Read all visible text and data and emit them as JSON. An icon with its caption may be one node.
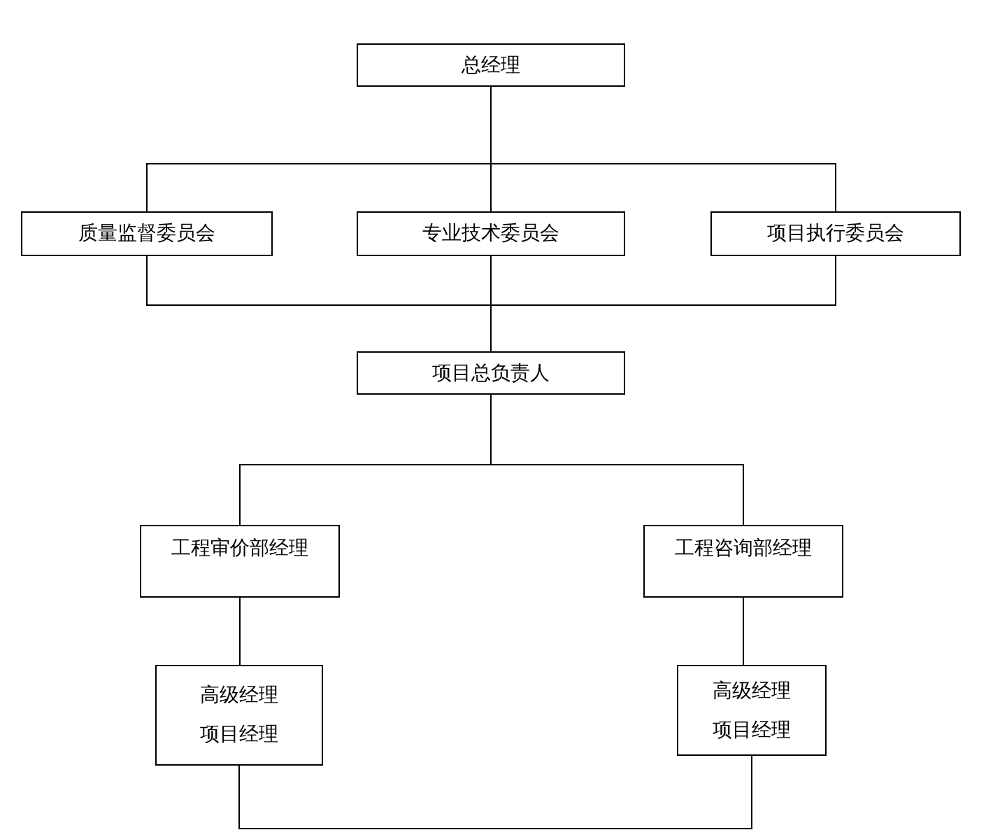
{
  "diagram": {
    "nodes": [
      {
        "text": [
          "总经理"
        ]
      },
      {
        "text": [
          "质量监督委员会"
        ]
      },
      {
        "text": [
          "专业技术委员会"
        ]
      },
      {
        "text": [
          "项目执行委员会"
        ]
      },
      {
        "text": [
          "项目总负责人"
        ]
      },
      {
        "text": [
          "工程审价部经理"
        ]
      },
      {
        "text": [
          "工程咨询部经理"
        ]
      },
      {
        "text": [
          "高级经理",
          "项目经理"
        ]
      },
      {
        "text": [
          "高级经理",
          "项目经理"
        ]
      }
    ],
    "edges": [
      {
        "from": 0,
        "to": 1,
        "arrow": "none"
      },
      {
        "from": 0,
        "to": 2,
        "arrow": "none"
      },
      {
        "from": 0,
        "to": 3,
        "arrow": "none"
      },
      {
        "from": 1,
        "to": 4,
        "arrow": "none"
      },
      {
        "from": 2,
        "to": 4,
        "arrow": "none"
      },
      {
        "from": 3,
        "to": 4,
        "arrow": "none"
      },
      {
        "from": 4,
        "to": 5,
        "arrow": "none"
      },
      {
        "from": 4,
        "to": 6,
        "arrow": "none"
      },
      {
        "from": 5,
        "to": 7,
        "arrow": "none"
      },
      {
        "from": 6,
        "to": 8,
        "arrow": "none"
      },
      {
        "from": 7,
        "to": 8,
        "arrow": "none"
      }
    ]
  }
}
